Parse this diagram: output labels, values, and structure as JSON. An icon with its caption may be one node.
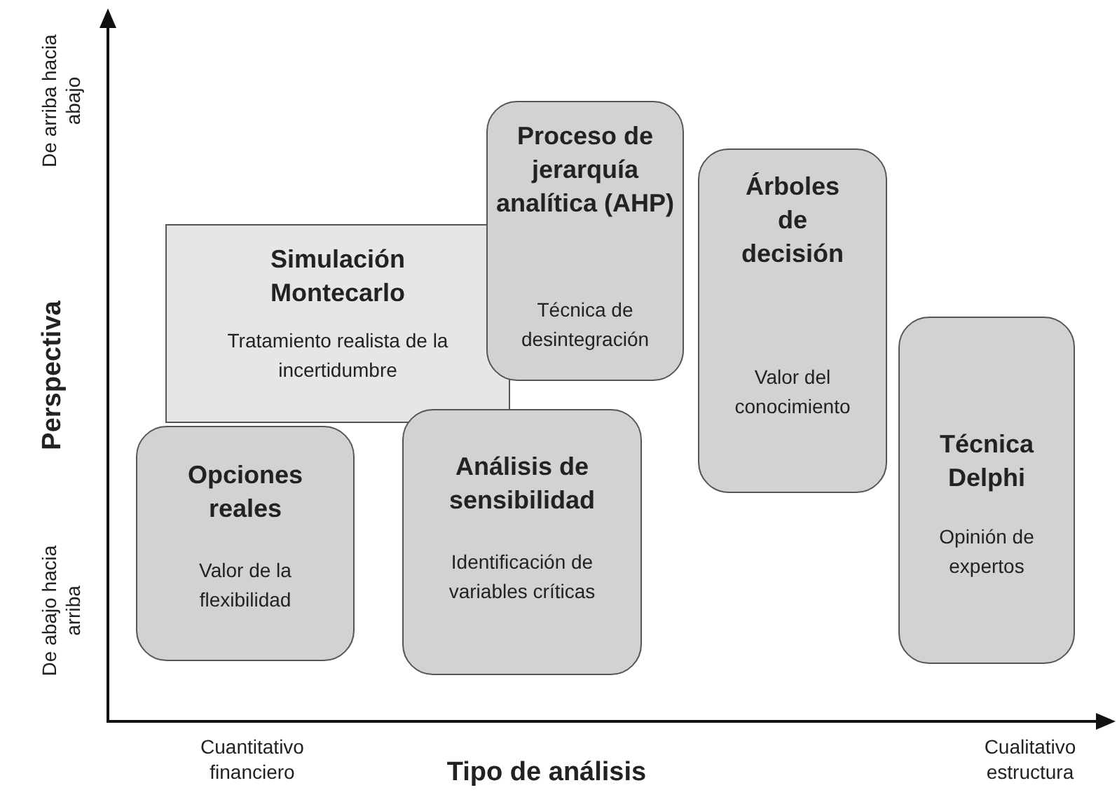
{
  "diagram": {
    "nodes": [
      {
        "text": [
          "Opciones reales",
          "Valor de la flexibilidad"
        ]
      },
      {
        "text": [
          "Simulación Montecarlo",
          "Tratamiento realista de la incertidumbre"
        ]
      },
      {
        "text": [
          "Análisis de sensibilidad",
          "Identificación de variables críticas"
        ]
      },
      {
        "text": [
          "Proceso de jerarquía analítica (AHP)",
          "Técnica de desintegración"
        ]
      },
      {
        "text": [
          "Árboles de decisión",
          "Valor del conocimiento"
        ]
      },
      {
        "text": [
          "Técnica Delphi",
          "Opinión de expertos"
        ]
      }
    ],
    "edges": [],
    "labels": [
      "De arriba hacia abajo",
      "Perspectiva",
      "De abajo hacia arriba",
      "Cuantitativo financiero",
      "Tipo de análisis",
      "Cualitativo estructura"
    ]
  }
}
